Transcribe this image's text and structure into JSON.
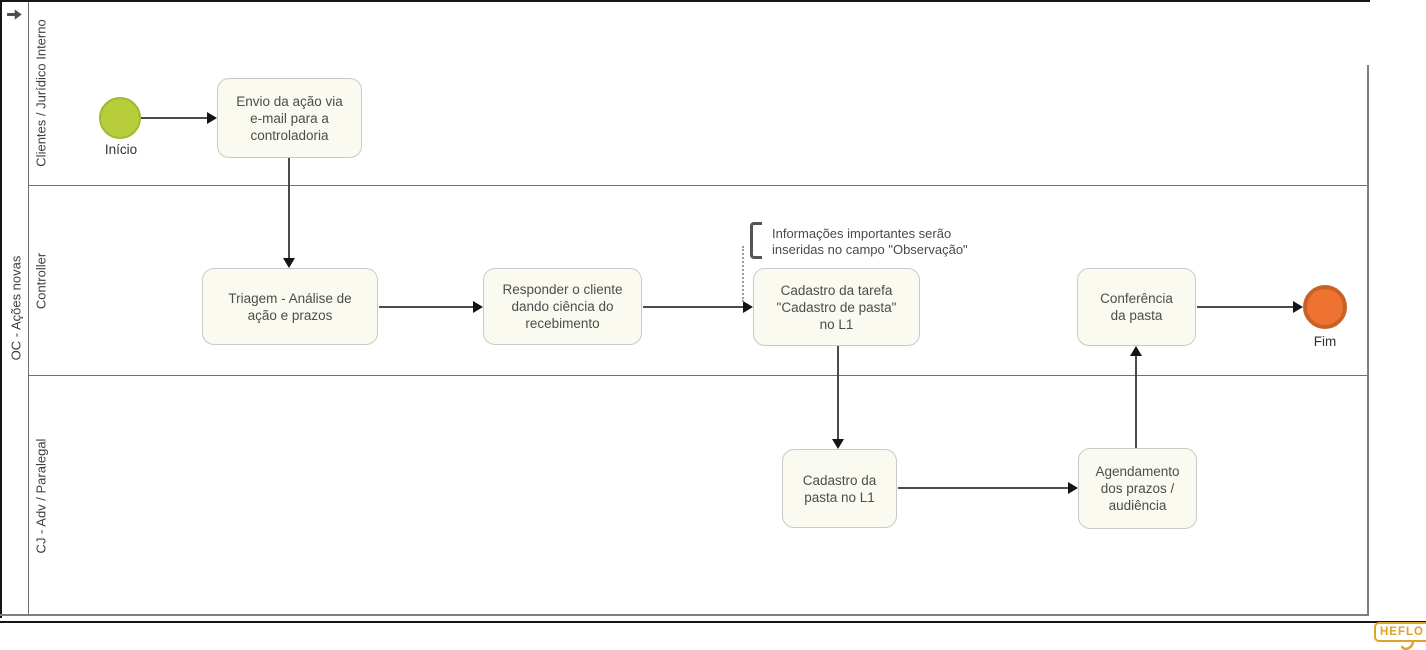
{
  "pool": {
    "name": "OC - Ações novas"
  },
  "lanes": [
    {
      "label": "Clientes / Jurídico Interno"
    },
    {
      "label": "Controller"
    },
    {
      "label": "CJ - Adv / Paralegal"
    }
  ],
  "start_event": {
    "label": "Início"
  },
  "end_event": {
    "label": "Fim"
  },
  "tasks": [
    {
      "label": "Envio da ação via\ne-mail para a\ncontroladoria"
    },
    {
      "label": "Triagem - Análise de\nação e prazos"
    },
    {
      "label": "Responder o cliente\ndando ciência do\nrecebimento"
    },
    {
      "label": "Cadastro da tarefa\n\"Cadastro de pasta\"\nno L1"
    },
    {
      "label": "Conferência\nda pasta"
    },
    {
      "label": "Cadastro da\npasta no L1"
    },
    {
      "label": "Agendamento\ndos prazos /\naudiência"
    }
  ],
  "annotation": {
    "text": "Informações importantes serão\ninseridas no campo \"Observação\""
  },
  "logo": {
    "text": "HEFLO"
  },
  "colors": {
    "start_fill": "#b7cd3a",
    "start_border": "#a2b735",
    "end_fill": "#ee7330",
    "end_border": "#c96127",
    "task_fill": "#fafaf0",
    "task_border": "#c9c9c9",
    "lane_line": "#707070",
    "frame_line": "#151515",
    "edge": "#4a4a4a",
    "logo": "#dfa32c"
  }
}
